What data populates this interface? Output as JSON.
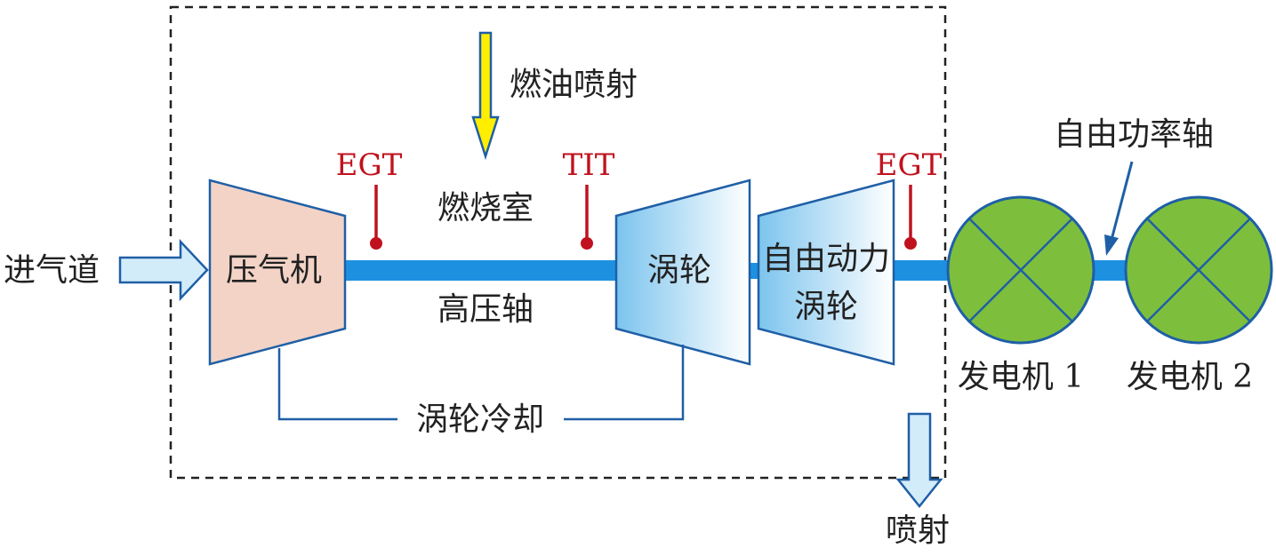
{
  "labels": {
    "inlet": "进气道",
    "compressor": "压气机",
    "fuel_injection": "燃油喷射",
    "combustor": "燃烧室",
    "hp_shaft": "高压轴",
    "turbine": "涡轮",
    "free_power_turbine_line1": "自由动力",
    "free_power_turbine_line2": "涡轮",
    "turbine_cooling": "涡轮冷却",
    "exhaust": "喷射",
    "free_power_shaft": "自由功率轴",
    "generator1": "发电机 1",
    "generator2": "发电机 2",
    "sensor_egt_1": "EGT",
    "sensor_tit": "TIT",
    "sensor_egt_2": "EGT"
  },
  "colors": {
    "outline_blue": "#1f5fa6",
    "shaft_blue": "#1e90e0",
    "compressor_fill": "#f2d3c6",
    "turbine_grad_dark": "#7cc4ee",
    "turbine_grad_light": "#ffffff",
    "arrow_light_blue": "#d3ecfa",
    "fuel_yellow": "#ffee00",
    "sensor_red": "#c0121e",
    "generator_green": "#7dbf3c",
    "text_dark": "#222222",
    "boundary_dash": "#222222"
  },
  "icons": {
    "generator": "circle-with-x-icon",
    "sensor": "probe-dot-icon",
    "arrow": "block-arrow-icon"
  }
}
